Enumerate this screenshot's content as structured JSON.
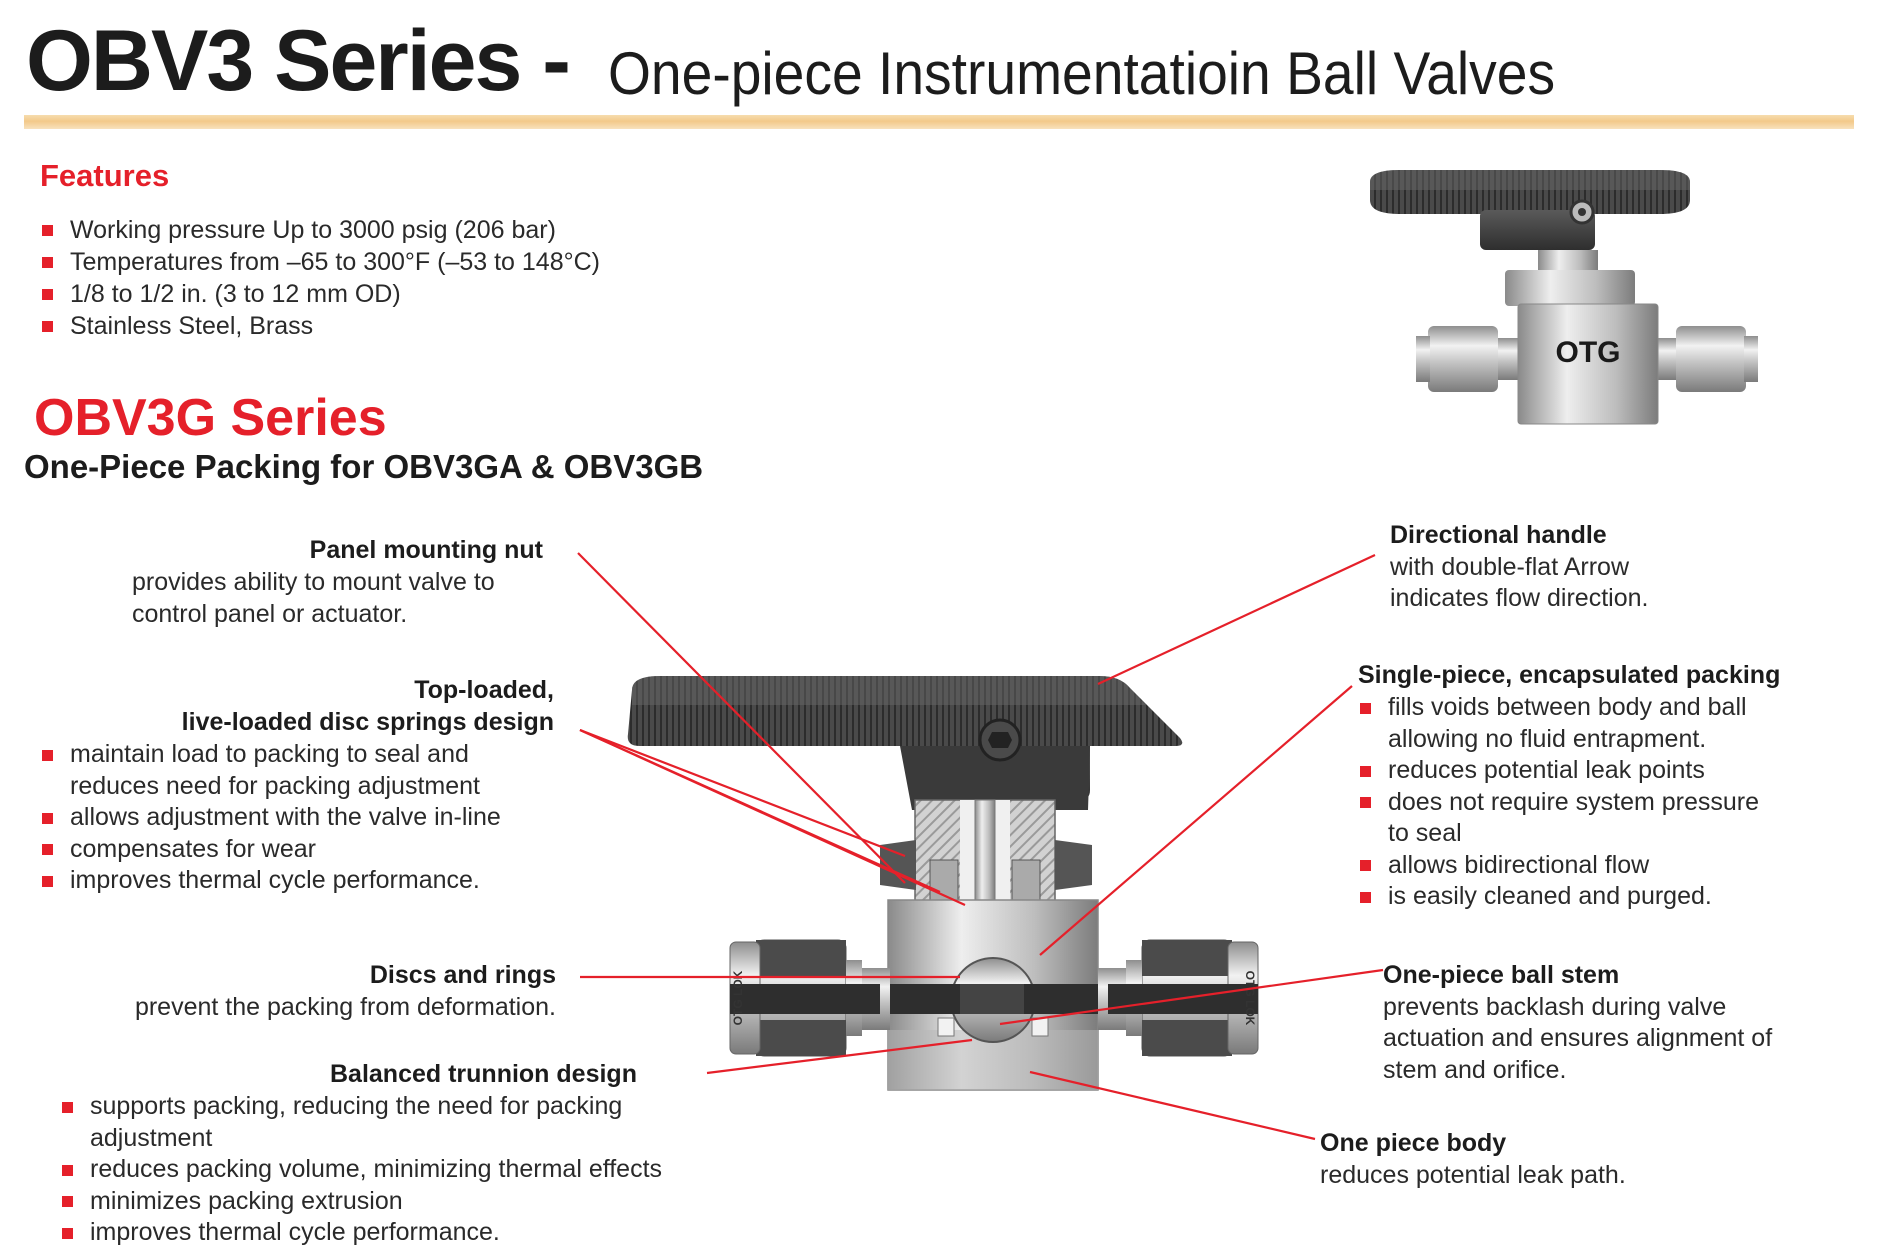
{
  "header": {
    "title_bold": "OBV3 Series -",
    "title_rest": "One-piece Instrumentatioin Ball Valves"
  },
  "features": {
    "heading": "Features",
    "items": [
      "Working pressure Up to 3000 psig (206 bar)",
      "Temperatures from –65 to 300°F (–53 to 148°C)",
      "1/8 to 1/2 in. (3 to 12 mm OD)",
      "Stainless Steel, Brass"
    ]
  },
  "series": {
    "title": "OBV3G Series",
    "subtitle": "One-Piece Packing for OBV3GA & OBV3GB"
  },
  "product_photo": {
    "brand_label": "OTG",
    "fitting_marking": "OTG LOK"
  },
  "callouts": {
    "panel_nut": {
      "title": "Panel mounting nut",
      "lines": [
        "provides ability to mount valve to",
        "control panel or actuator."
      ]
    },
    "disc_springs": {
      "title_line1": "Top-loaded,",
      "title_line2": "live-loaded disc springs design",
      "items": [
        [
          "maintain load to packing to seal and",
          "reduces need for packing adjustment"
        ],
        [
          "allows adjustment with the valve in-line"
        ],
        [
          "compensates for wear"
        ],
        [
          "improves thermal cycle performance."
        ]
      ]
    },
    "discs_rings": {
      "title": "Discs and rings",
      "lines": [
        "prevent the packing from deformation."
      ]
    },
    "trunnion": {
      "title": "Balanced trunnion design",
      "items": [
        [
          "supports packing, reducing the need for packing",
          "adjustment"
        ],
        [
          "reduces packing volume, minimizing thermal effects"
        ],
        [
          "minimizes packing extrusion"
        ],
        [
          "improves thermal cycle performance."
        ]
      ]
    },
    "handle": {
      "title": "Directional handle",
      "lines": [
        "with double-flat Arrow",
        "indicates flow direction."
      ]
    },
    "packing": {
      "title": "Single-piece, encapsulated packing",
      "items": [
        [
          "fills voids between body and ball",
          "allowing no fluid entrapment."
        ],
        [
          "reduces potential leak points"
        ],
        [
          "does not require system pressure",
          "to seal"
        ],
        [
          "allows bidirectional flow"
        ],
        [
          "is easily cleaned and purged."
        ]
      ]
    },
    "ball_stem": {
      "title": "One-piece ball stem",
      "lines": [
        "prevents backlash during valve",
        "actuation and ensures alignment of",
        "stem and orifice."
      ]
    },
    "body": {
      "title": "One piece body",
      "lines": [
        "reduces potential leak path."
      ]
    }
  },
  "colors": {
    "accent_red": "#e5202a",
    "leader_line": "#e5202a",
    "header_rule": "#f3c98a",
    "handle_dark": "#3d3d3d",
    "steel": "#c9c9c9"
  }
}
